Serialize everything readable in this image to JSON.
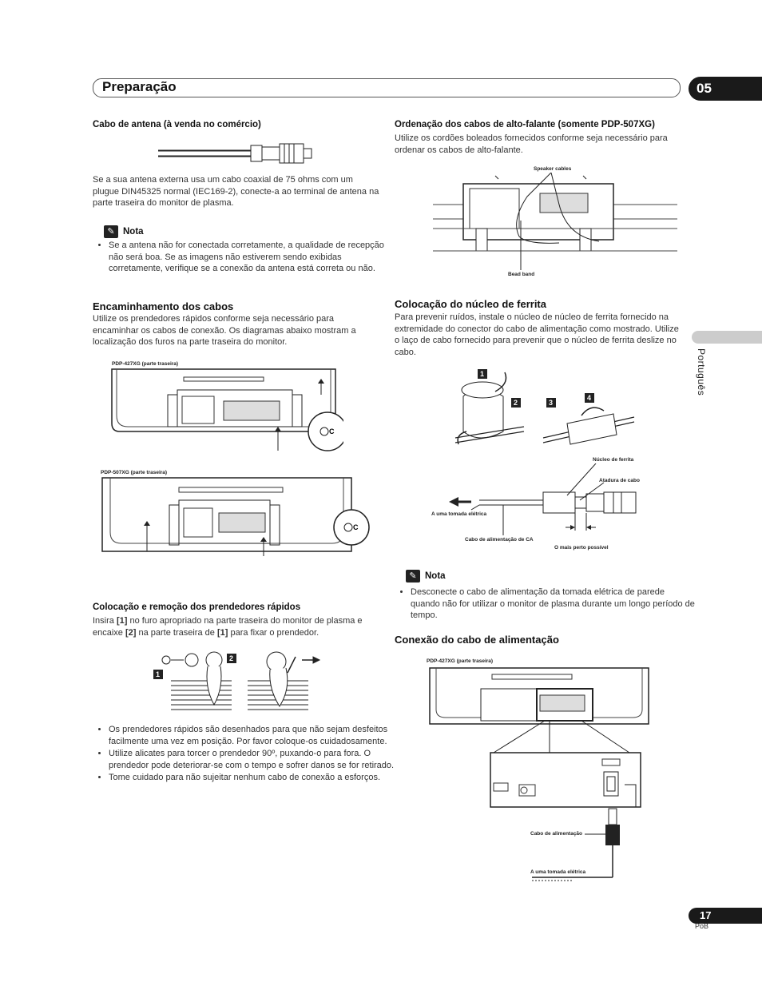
{
  "header": {
    "title": "Preparação",
    "chapter": "05"
  },
  "sidebar": {
    "language": "Português"
  },
  "footer": {
    "page": "17",
    "lang_code": "PoB"
  },
  "left": {
    "antenna": {
      "heading": "Cabo de antena (à venda no comércio)",
      "body": "Se a sua antena externa usa um cabo coaxial de 75 ohms com um plugue DIN45325 normal (IEC169-2), conecte-a ao terminal de antena na parte traseira do monitor de plasma."
    },
    "note1": {
      "title": "Nota",
      "items": [
        "Se a antena não for conectada corretamente, a qualidade de recepção não será boa. Se as imagens não estiverem sendo exibidas corretamente, verifique se a conexão da antena está correta ou não."
      ]
    },
    "routing": {
      "heading": "Encaminhamento dos cabos",
      "body": "Utilize os prendedores rápidos conforme seja necessário para encaminhar os cabos de conexão. Os diagramas abaixo mostram a localização dos furos na parte traseira do monitor.",
      "fig1_label": "PDP-427XG (parte traseira)",
      "fig2_label": "PDP-507XG (parte traseira)"
    },
    "clamps": {
      "heading": "Colocação e remoção dos prendedores rápidos",
      "body_pre": "Insira ",
      "b1": "[1]",
      "body_mid": " no furo apropriado na parte traseira do monitor de plasma e encaixe ",
      "b2": "[2]",
      "body_mid2": " na parte traseira de ",
      "b3": "[1]",
      "body_post": " para fixar o prendedor.",
      "fig_num1": "1",
      "fig_num2": "2",
      "items": [
        "Os prendedores rápidos são desenhados para que não sejam desfeitos facilmente uma vez em posição. Por favor coloque-os cuidadosamente.",
        "Utilize alicates para torcer o prendedor 90º, puxando-o para fora. O prendedor pode deteriorar-se com o tempo e sofrer danos se for retirado.",
        "Tome cuidado para não sujeitar nenhum cabo de conexão a esforços."
      ]
    }
  },
  "right": {
    "speaker": {
      "heading": "Ordenação dos cabos de alto-falante (somente PDP-507XG)",
      "body": "Utilize os cordões boleados fornecidos conforme seja necessário para ordenar os cabos de alto-falante.",
      "fig_speaker_label": "Speaker cables",
      "fig_bead_label": "Bead band"
    },
    "ferrite": {
      "heading": "Colocação do núcleo de ferrita",
      "body": "Para prevenir ruídos, instale o núcleo de núcleo de ferrita fornecido na extremidade do conector do cabo de alimentação como mostrado. Utilize o laço de cabo fornecido para prevenir que o núcleo de ferrita deslize no cabo.",
      "steps": [
        "1",
        "2",
        "3",
        "4"
      ],
      "label_core": "Núcleo de ferrita",
      "label_tie": "Atadura de cabo",
      "label_outlet": "A uma tomada elétrica",
      "label_cable": "Cabo de alimentação de CA",
      "label_close": "O mais perto possível"
    },
    "note2": {
      "title": "Nota",
      "items": [
        "Desconecte o cabo de alimentação da tomada elétrica de parede quando não for utilizar o monitor de plasma durante um longo período de tempo."
      ]
    },
    "power": {
      "heading": "Conexão do cabo de alimentação",
      "fig_label": "PDP-427XG (parte traseira)",
      "label_cable": "Cabo de alimentação",
      "label_outlet": "A uma tomada elétrica"
    }
  }
}
